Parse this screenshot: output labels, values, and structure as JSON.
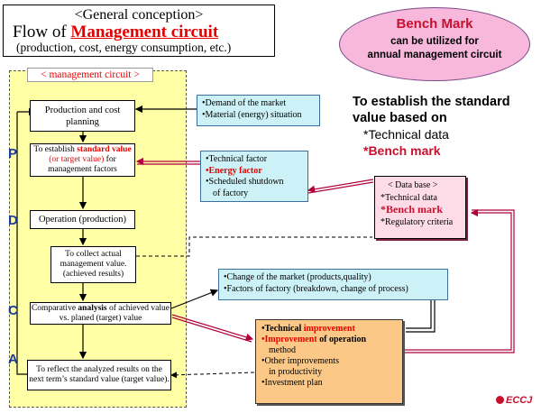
{
  "title": {
    "line1": "<General conception>",
    "prefix": "Flow of ",
    "highlight": "Management circuit",
    "line3": "(production, cost, energy consumption,  etc.)"
  },
  "bench": {
    "heading": "Bench Mark",
    "line1": "can be utilized  for",
    "line2": "annual management circuit"
  },
  "establish": {
    "line1": "To establish the standard",
    "line2": "value based on",
    "item1": "*Technical data",
    "item2": "*Bench mark"
  },
  "circuit": {
    "label": "< management circuit >",
    "phases": [
      "P",
      "D",
      "C",
      "A"
    ],
    "box1": "Production and cost planning",
    "box2_pre": "To establish ",
    "box2_red": "standard value",
    "box2_paren": "(or target value)",
    "box2_post": "for management factors",
    "box3": "Operation (production)",
    "box4": "To collect actual management value. (achieved results)",
    "box5_pre": "Comparative ",
    "box5_bold": "analysis",
    "box5_post": " of achieved value vs. planed (target) value",
    "box6": "To reflect the analyzed results on the next term’s standard value (target value)."
  },
  "market_box": [
    "•Demand of the market",
    "•Material (energy)  situation"
  ],
  "tech_box": {
    "l1": "•Technical factor",
    "l2": "•Energy factor",
    "l3": "•Scheduled shutdown",
    "l4": "of factory"
  },
  "database": {
    "heading": "< Data base >",
    "l1": "*Technical  data",
    "l2": "*Bench mark",
    "l3": "*Regulatory criteria"
  },
  "change_box": [
    "•Change of the market (products,quality)",
    "•Factors of factory (breakdown, change of  process)"
  ],
  "improve_box": {
    "l1a": "•Technical ",
    "l1b": "improvement",
    "l2a": "•Improvement",
    "l2b": " of operation",
    "l3": "method",
    "l4": "•Other improvements",
    "l5": "in productivity",
    "l6": "•Investment plan"
  },
  "logo": "ECCJ",
  "colors": {
    "accent_red": "#e60000",
    "cyan_box": "#ccf2f7",
    "yellow_area": "#ffffa6",
    "pink_db": "#fddce8",
    "orange_box": "#fcc888",
    "pink_bench": "#f7b8dc",
    "pdca_blue": "#1a3aa0"
  }
}
